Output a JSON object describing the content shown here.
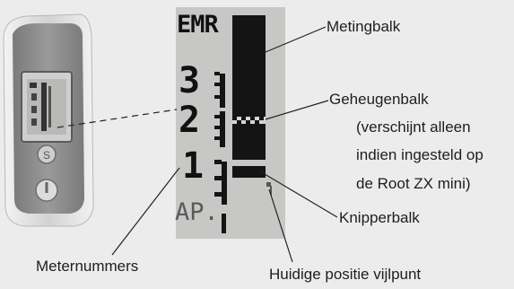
{
  "lcd": {
    "mode_label": "EMR",
    "numbers": [
      "3",
      "2",
      "1"
    ],
    "apex_label": "AP."
  },
  "labels": {
    "metingbalk": "Metingbalk",
    "geheugenbalk_line1": "Geheugenbalk",
    "geheugenbalk_line2": "(verschijnt alleen",
    "geheugenbalk_line3": "indien ingesteld op",
    "geheugenbalk_line4": "de Root ZX mini)",
    "knipperbalk": "Knipperbalk",
    "meternummers": "Meternummers",
    "huidige_positie": "Huidige positie vijlpunt"
  },
  "colors": {
    "background": "#ececec",
    "lcd_background": "#c7c8c6",
    "lcd_ink": "#141414",
    "device_body": "#d9dad8",
    "device_panel": "#8c8c8c"
  }
}
